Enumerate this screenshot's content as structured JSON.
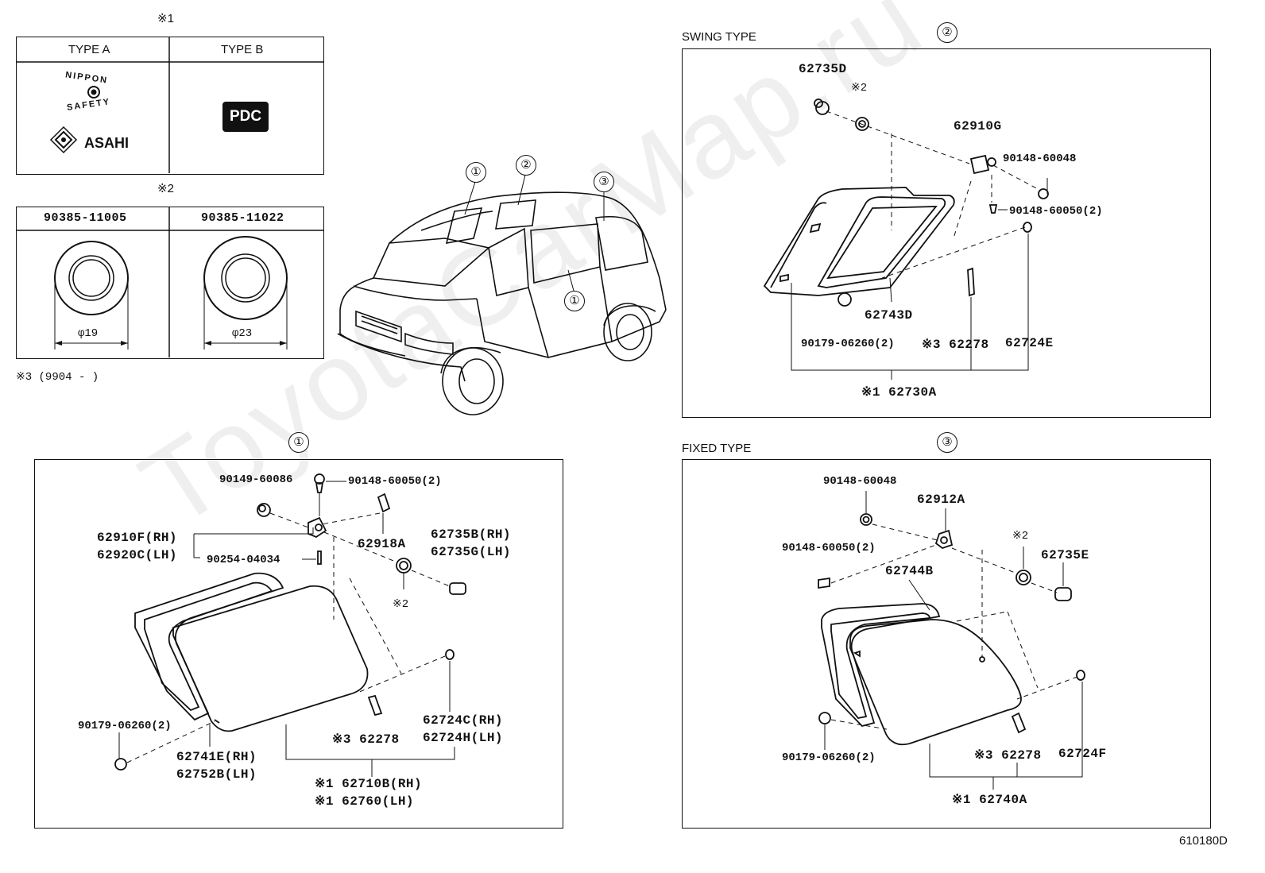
{
  "note1_mark": "※1",
  "note2_mark": "※2",
  "note3": "※3 (9904 -       )",
  "type_table": {
    "col_a": "TYPE A",
    "col_b": "TYPE B",
    "nippon_top": "NIPPON",
    "nippon_bottom": "SAFETY",
    "asahi": "ASAHI",
    "pdc": "PDC"
  },
  "grommet_table": {
    "col_a": "90385-11005",
    "col_b": "90385-11022",
    "dia_a": "φ19",
    "dia_b": "φ23"
  },
  "vehicle_callouts": [
    "①",
    "②",
    "③",
    "①"
  ],
  "swing": {
    "title": "SWING TYPE",
    "index": "②",
    "labels": [
      "62735D",
      "※2",
      "62910G",
      "90148-60048",
      "90148-60050(2)",
      "62743D",
      "90179-06260(2)",
      "※3 62278",
      "62724E",
      "※1 62730A"
    ]
  },
  "front": {
    "index": "①",
    "labels": [
      "90149-60086",
      "90148-60050(2)",
      "62910F(RH)",
      "62920C(LH)",
      "62918A",
      "62735B(RH)",
      "62735G(LH)",
      "90254-04034",
      "※2",
      "90179-06260(2)",
      "62741E(RH)",
      "62752B(LH)",
      "※3 62278",
      "62724C(RH)",
      "62724H(LH)",
      "※1 62710B(RH)",
      "※1 62760(LH)"
    ]
  },
  "fixed": {
    "title": "FIXED TYPE",
    "index": "③",
    "labels": [
      "90148-60048",
      "62912A",
      "※2",
      "90148-60050(2)",
      "62735E",
      "62744B",
      "90179-06260(2)",
      "※3 62278",
      "62724F",
      "※1 62740A"
    ]
  },
  "diagram_code": "610180D",
  "watermark": "ToyotaCarMap.ru"
}
